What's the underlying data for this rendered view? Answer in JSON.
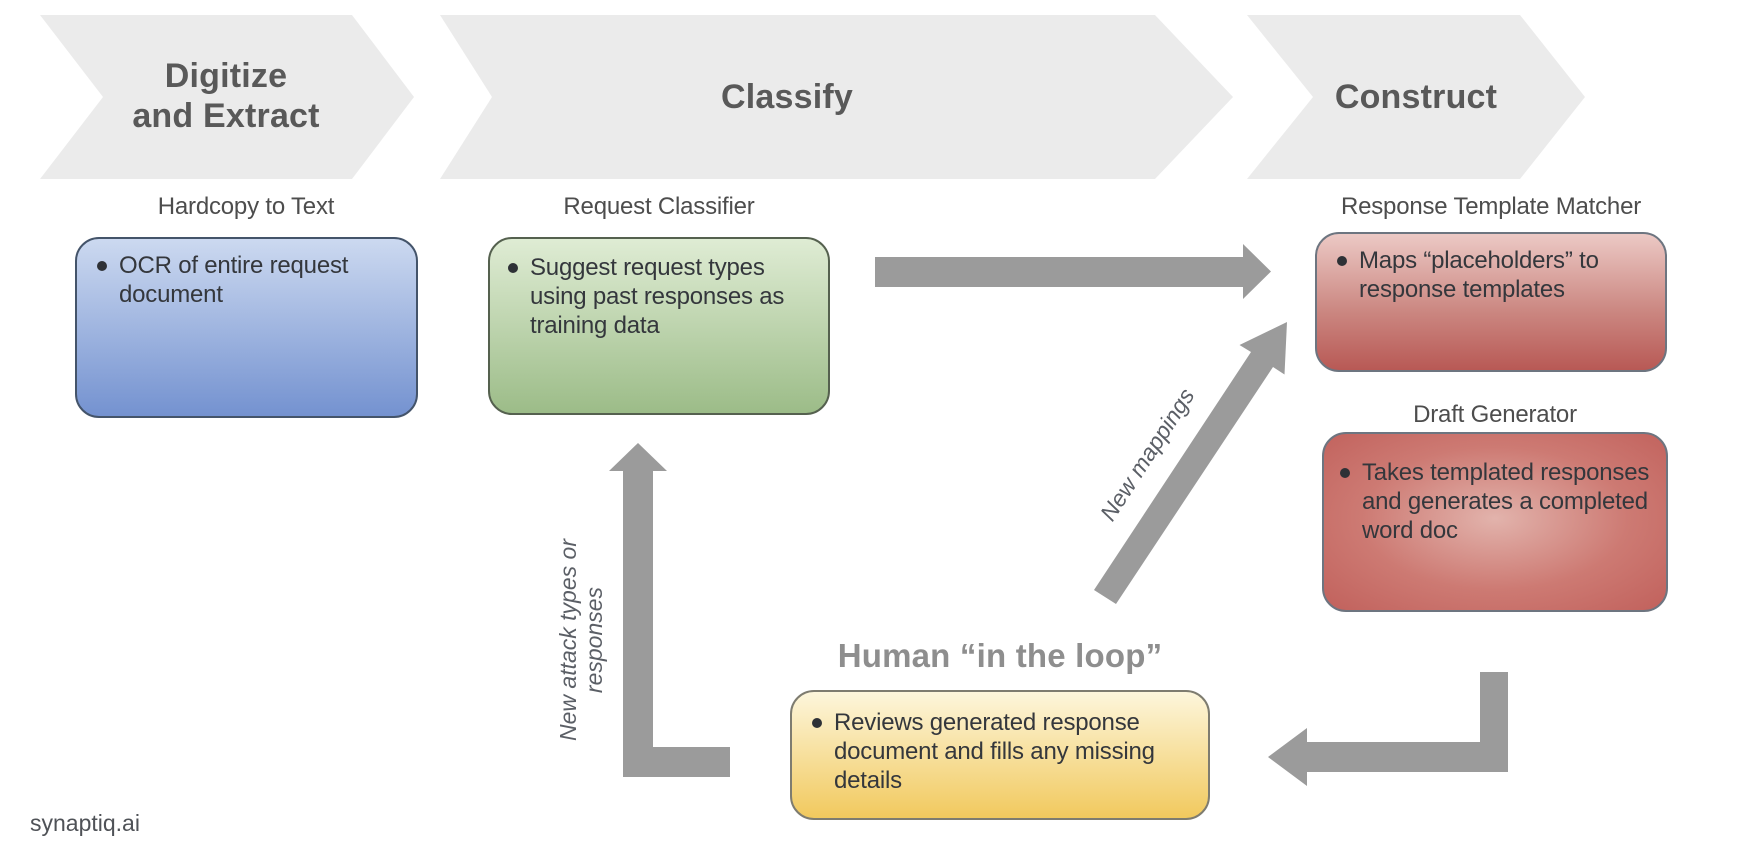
{
  "brand": "synaptiq.ai",
  "colors": {
    "chevron_fill": "#ebebeb",
    "chevron_text": "#595959",
    "arrow_gray": "#9b9b9b",
    "blue_box_top": "#ccd9f0",
    "blue_box_bottom": "#7492d0",
    "green_box_top": "#dfecd4",
    "green_box_bottom": "#9cbc88",
    "red_box_top": "#ecc9c5",
    "red_box_bottom": "#b85955",
    "yellow_box_top": "#fdf6dc",
    "yellow_box_bottom": "#f1c95e"
  },
  "phases": [
    {
      "id": "digitize",
      "title_lines": [
        "Digitize",
        "and Extract"
      ]
    },
    {
      "id": "classify",
      "title_lines": [
        "Classify"
      ]
    },
    {
      "id": "construct",
      "title_lines": [
        "Construct"
      ]
    }
  ],
  "nodes": {
    "hardcopy": {
      "label": "Hardcopy to Text",
      "bullet": "OCR of entire request document"
    },
    "classifier": {
      "label": "Request Classifier",
      "bullet": "Suggest request types using past responses as training data"
    },
    "matcher": {
      "label": "Response Template Matcher",
      "bullet": "Maps “placeholders” to response templates"
    },
    "draft": {
      "label": "Draft Generator",
      "bullet": "Takes templated responses and generates a completed word doc"
    },
    "human": {
      "title": "Human “in the loop”",
      "bullet": "Reviews generated response document and fills any missing details"
    }
  },
  "arrow_labels": {
    "new_mappings": "New mappings",
    "new_attack": "New attack types or responses"
  }
}
